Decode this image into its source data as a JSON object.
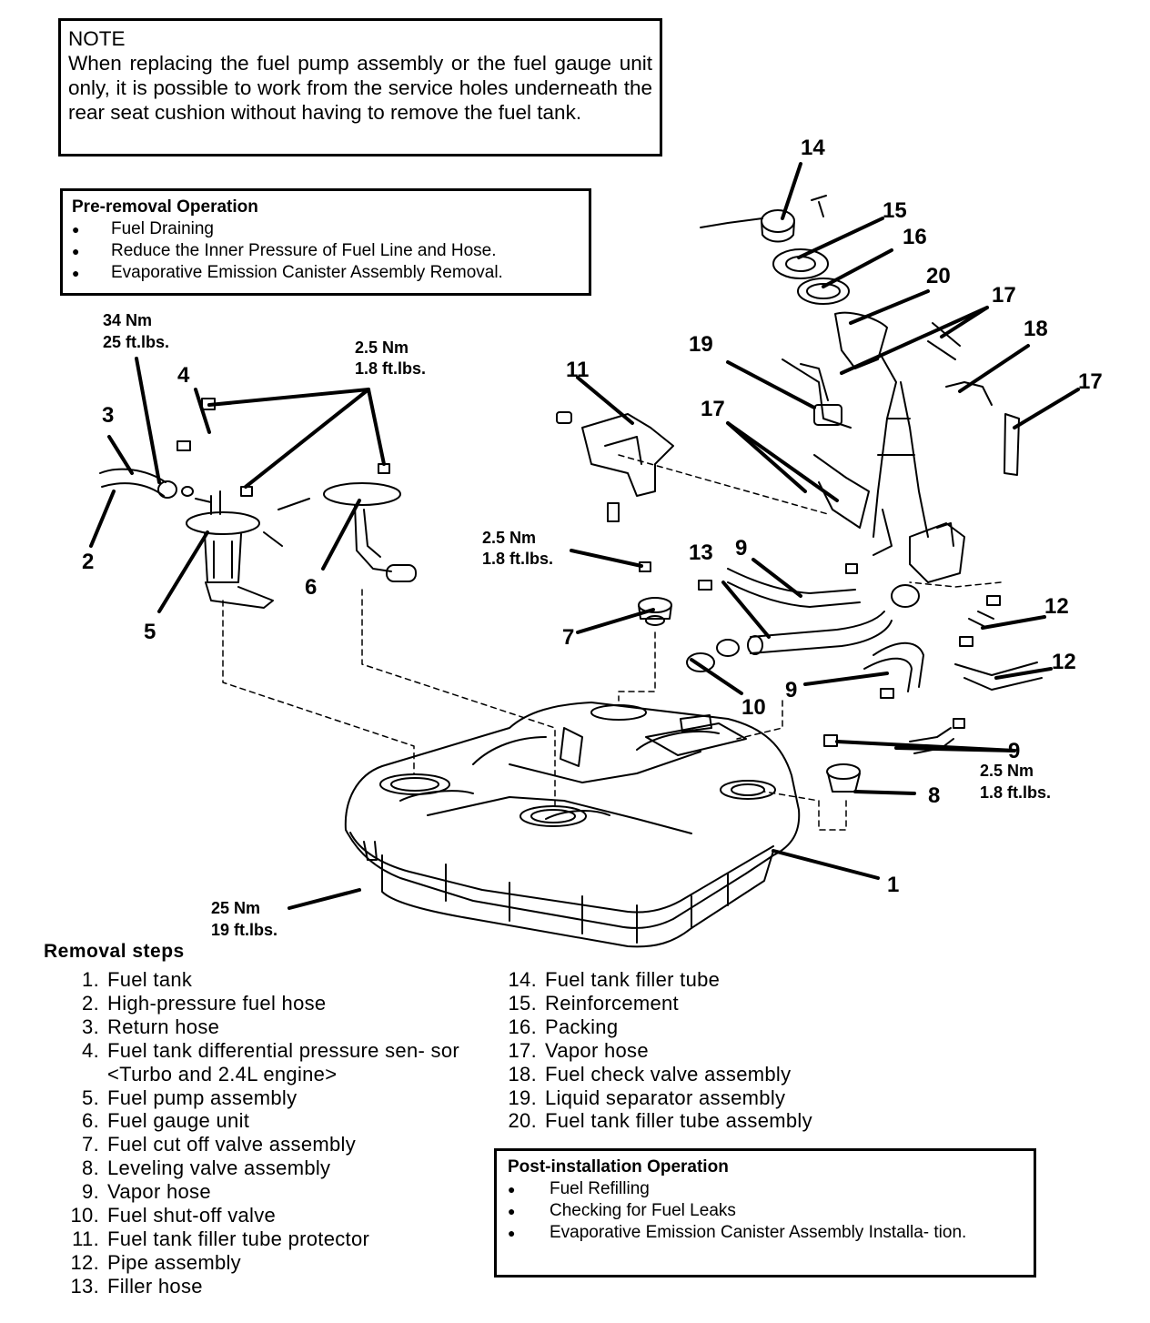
{
  "note": {
    "title": "NOTE",
    "text": "When replacing the fuel pump assembly or the fuel gauge unit only, it is possible to work from the service holes underneath the rear seat cushion without having to remove the fuel tank."
  },
  "pre_removal": {
    "title": "Pre-removal Operation",
    "items": [
      "Fuel Draining",
      "Reduce the Inner Pressure of Fuel Line and Hose.",
      "Evaporative Emission Canister Assembly Removal."
    ]
  },
  "torques": {
    "t34": [
      "34 Nm",
      "25 ft.lbs."
    ],
    "t25top": [
      "2.5 Nm",
      "1.8 ft.lbs."
    ],
    "t25mid": [
      "2.5 Nm",
      "1.8 ft.lbs."
    ],
    "t25right": [
      "2.5 Nm",
      "1.8 ft.lbs."
    ],
    "t25bottom": [
      "25 Nm",
      "19 ft.lbs."
    ]
  },
  "callouts": {
    "c1": "1",
    "c2": "2",
    "c3": "3",
    "c4": "4",
    "c5": "5",
    "c6": "6",
    "c7": "7",
    "c8": "8",
    "c9a": "9",
    "c9b": "9",
    "c9c": "9",
    "c10": "10",
    "c11": "11",
    "c12a": "12",
    "c12b": "12",
    "c13": "13",
    "c14": "14",
    "c15": "15",
    "c16": "16",
    "c17a": "17",
    "c17b": "17",
    "c17c": "17",
    "c18": "18",
    "c19": "19",
    "c20": "20"
  },
  "removal_steps": {
    "title": "Removal steps",
    "left": [
      {
        "num": "1.",
        "text": "Fuel tank"
      },
      {
        "num": "2.",
        "text": "High-pressure fuel hose"
      },
      {
        "num": "3.",
        "text": "Return hose"
      },
      {
        "num": "4.",
        "text": "Fuel tank differential pressure sen- sor <Turbo and 2.4L engine>"
      },
      {
        "num": "5.",
        "text": "Fuel pump assembly"
      },
      {
        "num": "6.",
        "text": "Fuel gauge unit"
      },
      {
        "num": "7.",
        "text": "Fuel cut off valve assembly"
      },
      {
        "num": "8.",
        "text": "Leveling valve assembly"
      },
      {
        "num": "9.",
        "text": "Vapor hose"
      },
      {
        "num": "10.",
        "text": "Fuel shut-off valve"
      },
      {
        "num": "11.",
        "text": "Fuel tank filler tube protector"
      },
      {
        "num": "12.",
        "text": "Pipe assembly"
      },
      {
        "num": "13.",
        "text": "Filler hose"
      }
    ],
    "right": [
      {
        "num": "14.",
        "text": "Fuel tank filler tube"
      },
      {
        "num": "15.",
        "text": "Reinforcement"
      },
      {
        "num": "16.",
        "text": "Packing"
      },
      {
        "num": "17.",
        "text": "Vapor hose"
      },
      {
        "num": "18.",
        "text": "Fuel check valve assembly"
      },
      {
        "num": "19.",
        "text": "Liquid separator assembly"
      },
      {
        "num": "20.",
        "text": "Fuel tank filler tube assembly"
      }
    ]
  },
  "post_installation": {
    "title": "Post-installation Operation",
    "items": [
      "Fuel Refilling",
      "Checking for Fuel Leaks",
      "Evaporative Emission Canister Assembly Installa- tion."
    ]
  }
}
